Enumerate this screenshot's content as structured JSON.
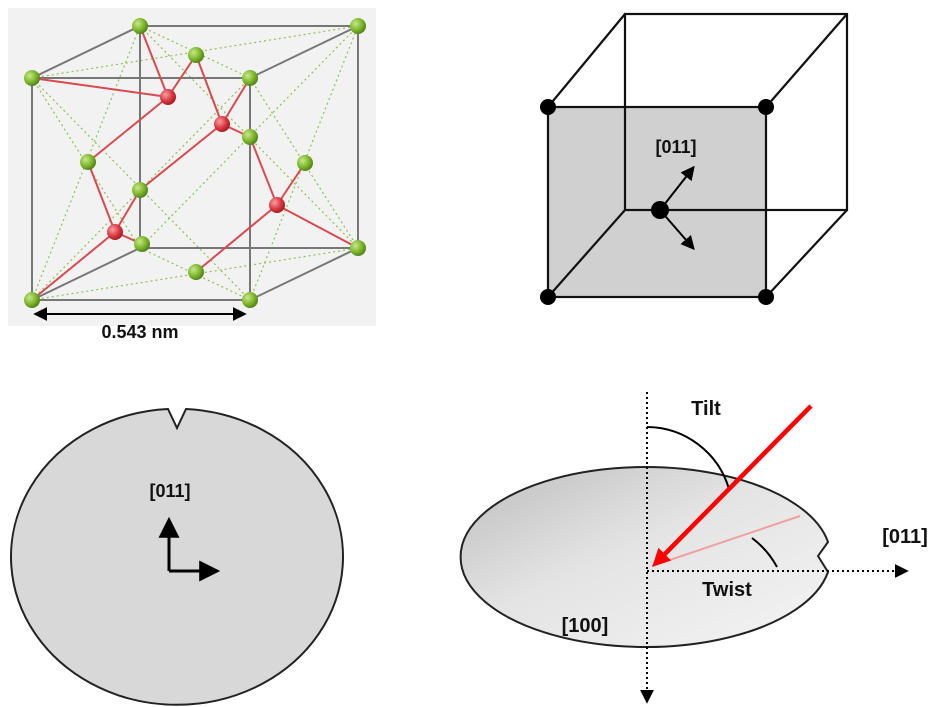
{
  "lattice": {
    "dimension_label": "0.543 nm",
    "colors": {
      "silicon_atom": "#7bb52a",
      "dopant_atom": "#d9363e",
      "bond": "#d94a4f",
      "frame": "#777777",
      "background": "#f2f2f2"
    }
  },
  "cube": {
    "direction_label": "[011]",
    "colors": {
      "face": "#d0d0d0",
      "edge": "#111111",
      "node": "#000000"
    }
  },
  "wafer_top": {
    "direction_label": "[011]",
    "colors": {
      "fill": "#d8d8d8",
      "outline": "#222222"
    }
  },
  "wafer_tilted": {
    "tilt_label": "Tilt",
    "twist_label": "Twist",
    "direction_x_label": "[011]",
    "direction_normal_label": "[100]",
    "colors": {
      "beam": "#ff0000",
      "projection": "#f0a0a0",
      "fill": "#dddddd",
      "outline": "#222222"
    }
  }
}
